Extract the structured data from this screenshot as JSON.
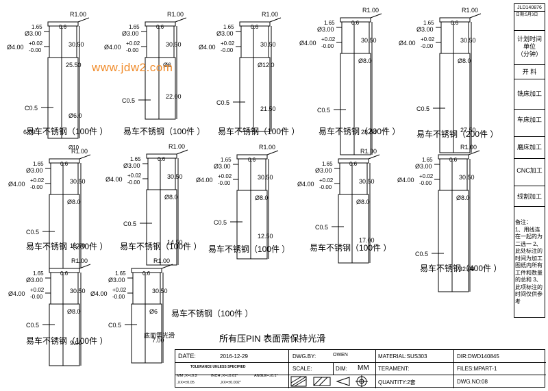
{
  "watermark": "www.jdw2.com",
  "common_dims": {
    "r1": "R1.00",
    "d165": "1.65",
    "d06": "0.6",
    "dia3": "Ø3.00",
    "dia4": "Ø4.00",
    "tol_plus": "+0.02",
    "tol_minus": "-0.00",
    "len3050": "30.50",
    "chamfer": "C0.5"
  },
  "parts": [
    {
      "caption": "易车不锈钢（100件 ）",
      "extra": [
        "25.50",
        "Ø6.0",
        "6.00",
        "Ø10"
      ]
    },
    {
      "caption": "易车不锈钢（100件 ）",
      "extra": [
        "Ø6",
        "22.00"
      ]
    },
    {
      "caption": "易车不锈钢（100件 ）",
      "extra": [
        "Ø12.0",
        "21.50"
      ]
    },
    {
      "caption": "易车不锈钢（200件 ）",
      "extra": [
        "Ø8.0",
        "28.54"
      ]
    },
    {
      "caption": "易车不锈钢（200件 ）",
      "extra": [
        "Ø8.0",
        "27.50"
      ]
    },
    {
      "caption": "易车不锈钢（200件 ）",
      "extra": [
        "Ø8.0",
        "16.00"
      ]
    },
    {
      "caption": "易车不锈钢（100件 ）",
      "extra": [
        "Ø8.0",
        "14.50"
      ]
    },
    {
      "caption": "易车不锈钢（100件 ）",
      "extra": [
        "Ø8.0",
        "12.50"
      ]
    },
    {
      "caption": "易车不锈钢（100件 ）",
      "extra": [
        "Ø8.0",
        "17.00"
      ]
    },
    {
      "caption": "易车不锈钢（400件 ）",
      "extra": [
        "Ø8.0",
        "32.00"
      ]
    },
    {
      "caption": "易车不锈钢（100件 ）",
      "extra": [
        "Ø8.0",
        "9.00"
      ]
    },
    {
      "caption": "易车不锈钢（100件 ）",
      "extra": [
        "Ø6",
        "7.00"
      ]
    }
  ],
  "notes": {
    "bottom_polish": "底面需光滑",
    "general": "所有压PIN 表面需保持光滑"
  },
  "right_column": {
    "code": "JLD140876",
    "date_small": "日期:5月3日",
    "time_unit": [
      "计划时间",
      "单位",
      "（分钟）"
    ],
    "material_cut": "开 料",
    "milling": "铣床加工",
    "turning": "车床加工",
    "grinding": "磨床加工",
    "cnc": "CNC加工",
    "wire": "线割加工",
    "remark_title": "备注：",
    "remark_body": "1、用线连在一起的为二选一 2、此处标注的时间为加工图纸内所有工件和数量的总和 3、此项标注的时间仅供参考"
  },
  "title_block": {
    "date_label": "DATE:",
    "date_value": "2016-12-29",
    "dwg_by_label": "DWG.BY:",
    "dwg_by_value": "OWEN",
    "material": "MATERIAL:SUS303",
    "dir": "DIR:DWD140845",
    "tol_title": "TOLERANCE UNLESS SPECIFIED",
    "tol_mm": "MM ,X=±0.2",
    "tol_inch": "INCH ,X=±0.01\"",
    "tol_angle": "ANGLE=±0.1°",
    "tol_mm2": ",XX=±0.05",
    "tol_inch2": ",XX=±0.002\"",
    "scale_label": "SCALE:",
    "dim_label": "DIM:",
    "dim_value": "MM",
    "terament": "TERAMENT:",
    "files": "FILES:MPART-1",
    "quantity": "QUANTITY:2套",
    "dwg_no": "DWG.NO:08"
  }
}
